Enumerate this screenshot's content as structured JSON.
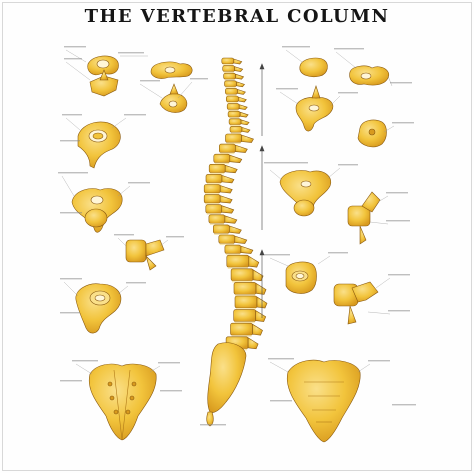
{
  "poster": {
    "title": "THE VERTEBRAL COLUMN"
  },
  "colors": {
    "bone_fill": "#f2c43c",
    "bone_shade": "#d89a1e",
    "bone_light": "#fae08a",
    "outline": "#8a5a10",
    "leader_line": "#9a9a9a",
    "label_text": "#555555"
  },
  "sections": [
    {
      "id": "cervical-vertebrae-diagrams",
      "region": "top-left"
    },
    {
      "id": "thoracic-vertebrae-diagrams",
      "region": "middle-left"
    },
    {
      "id": "lumbar-vertebrae-diagrams",
      "region": "lower-left"
    },
    {
      "id": "sacrum-coccyx-posterior",
      "region": "bottom-left"
    },
    {
      "id": "spinal-column-lateral",
      "region": "center"
    },
    {
      "id": "cervical-details-right",
      "region": "top-right"
    },
    {
      "id": "thoracic-details-right",
      "region": "middle-right"
    },
    {
      "id": "lumbar-details-right",
      "region": "lower-right"
    },
    {
      "id": "sacrum-anterior",
      "region": "bottom-right"
    }
  ]
}
